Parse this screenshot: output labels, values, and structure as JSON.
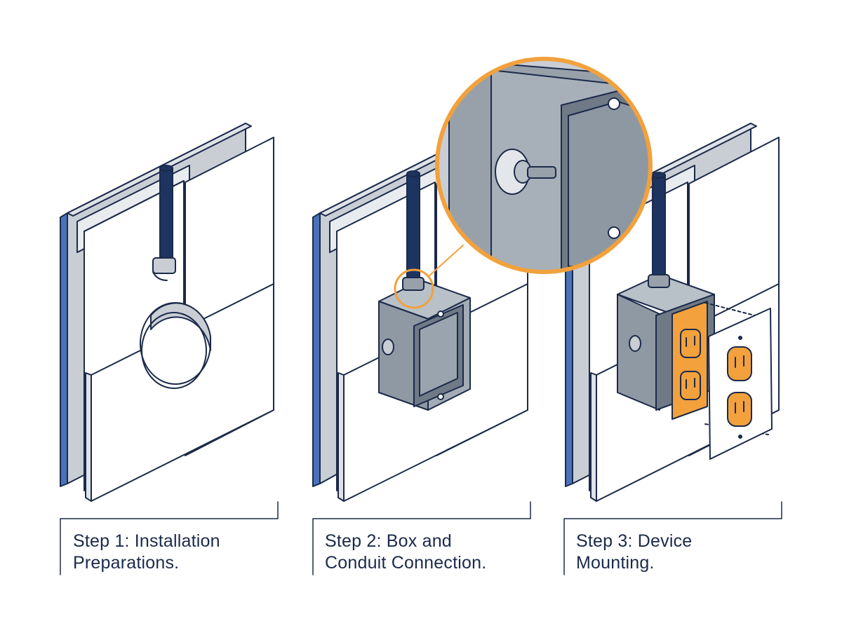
{
  "steps": [
    {
      "line1": "Step 1: Installation",
      "line2": "Preparations."
    },
    {
      "line1": "Step 2: Box and",
      "line2": "Conduit Connection."
    },
    {
      "line1": "Step 3: Device",
      "line2": "Mounting."
    }
  ],
  "colors": {
    "outline": "#1b2a4a",
    "conduit": "#1d3461",
    "accent": "#f2a13c",
    "metal": "#98a1aa",
    "wallboard": "#ffffff",
    "stud": "#c9ced5",
    "edge_blue": "#4a72b8"
  },
  "icons": [
    "wall-panel",
    "conduit",
    "junction-box",
    "zoom-callout",
    "duplex-receptacle",
    "cover-plate"
  ]
}
